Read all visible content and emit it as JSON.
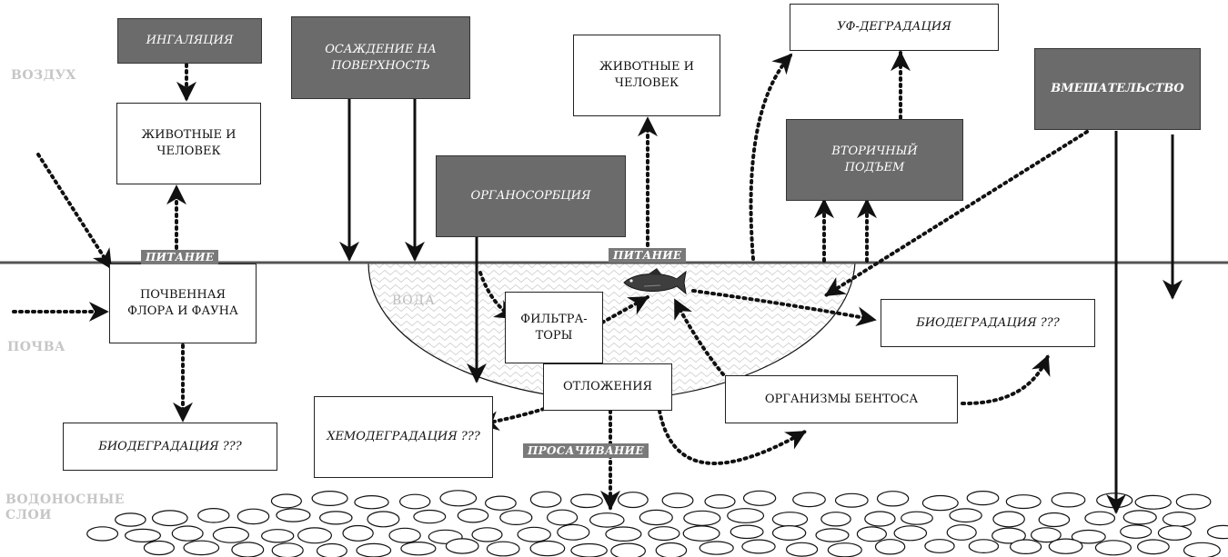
{
  "zones": {
    "air": "ВОЗДУХ",
    "water": "ВОДА",
    "soil": "ПОЧВА",
    "aquifer": "ВОДОНОСНЫЕ СЛОИ"
  },
  "boxes": {
    "inhalation": "ИНГАЛЯЦИЯ",
    "surface_deposition": "ОСАЖДЕНИЕ НА ПОВЕРХНОСТЬ",
    "animals_humans_left": "ЖИВОТНЫЕ И ЧЕЛОВЕК",
    "organosorption": "ОРГАНОСОРБЦИЯ",
    "animals_humans_center": "ЖИВОТНЫЕ И ЧЕЛОВЕК",
    "uv_degradation": "УФ-ДЕГРАДАЦИЯ",
    "secondary_rise": "ВТОРИЧНЫЙ ПОДЪЕМ",
    "intervention": "ВМЕШАТЕЛЬСТВО",
    "soil_flora_fauna": "ПОЧВЕННАЯ ФЛОРА И ФАУНА",
    "filter_feeders": "ФИЛЬТРА- ТОРЫ",
    "sediments": "ОТЛОЖЕНИЯ",
    "biodegradation_right": "БИОДЕГРАДАЦИЯ ???",
    "benthic_organisms": "ОРГАНИЗМЫ БЕНТОСА",
    "chemodegradation": "ХЕМОДЕГРАДАЦИЯ ???",
    "biodegradation_left": "БИОДЕГРАДАЦИЯ ???"
  },
  "tags": {
    "nutrition_left": "ПИТАНИЕ",
    "nutrition_center": "ПИТАНИЕ",
    "seepage": "ПРОСАЧИВАНИЕ"
  },
  "colors": {
    "dark_box": "#6b6b6b",
    "zone_label": "#c6c6c6",
    "line": "#111111"
  },
  "icons": [
    "fish-icon"
  ]
}
